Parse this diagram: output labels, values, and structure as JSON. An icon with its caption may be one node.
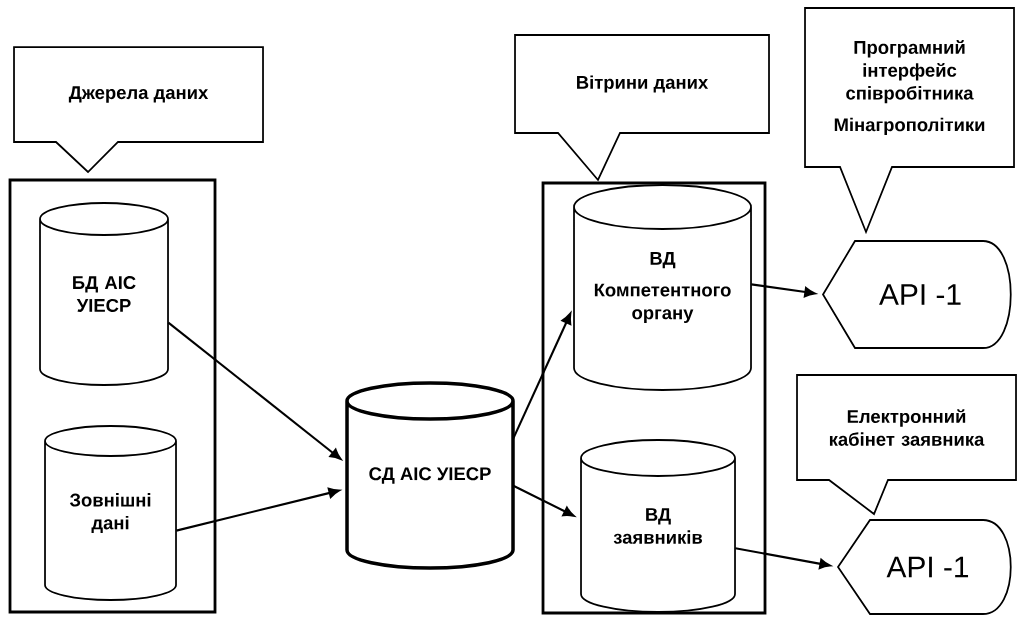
{
  "diagram": {
    "nodes": [
      {
        "text": [
          "Джерела даних"
        ]
      },
      {
        "text": [],
        "shape": "box"
      },
      {
        "text": [
          "БД АІС УІЕСР"
        ],
        "in": 1
      },
      {
        "text": [
          "Зовнішні дані"
        ],
        "in": 1
      },
      {
        "text": [
          "СД АІС УІЕСР"
        ]
      },
      {
        "text": [
          "Вітрини даних"
        ]
      },
      {
        "text": [],
        "shape": "box"
      },
      {
        "text": [
          "ВД",
          "Компетентного органу"
        ],
        "in": 6
      },
      {
        "text": [
          "ВД заявників"
        ],
        "in": 6
      },
      {
        "text": [
          "Програмний інтерфейс співробітника",
          "Мінагрополітики"
        ]
      },
      {
        "text": [
          "API -1"
        ]
      },
      {
        "text": [
          "Електронний кабінет заявника"
        ]
      },
      {
        "text": [
          "API -1"
        ]
      }
    ],
    "edges": [
      {
        "from": 2,
        "to": 4,
        "arrow": "to"
      },
      {
        "from": 3,
        "to": 4,
        "arrow": "to"
      },
      {
        "from": 4,
        "to": 7,
        "arrow": "to"
      },
      {
        "from": 4,
        "to": 8,
        "arrow": "to"
      },
      {
        "from": 7,
        "to": 10,
        "arrow": "to"
      },
      {
        "from": 8,
        "to": 12,
        "arrow": "to"
      }
    ]
  }
}
